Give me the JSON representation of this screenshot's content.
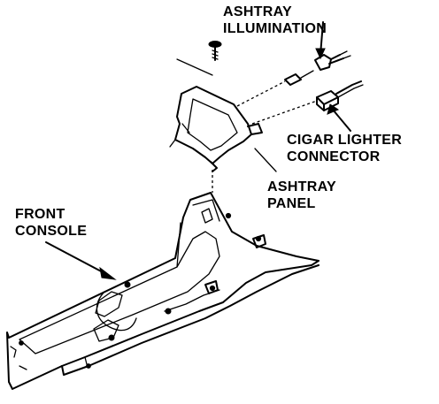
{
  "labels": {
    "ashtray_illumination": [
      "ASHTRAY",
      "ILLUMINATION"
    ],
    "cigar_lighter_connector": [
      "CIGAR LIGHTER",
      "CONNECTOR"
    ],
    "ashtray_panel": [
      "ASHTRAY",
      "PANEL"
    ],
    "front_console": [
      "FRONT",
      "CONSOLE"
    ]
  }
}
